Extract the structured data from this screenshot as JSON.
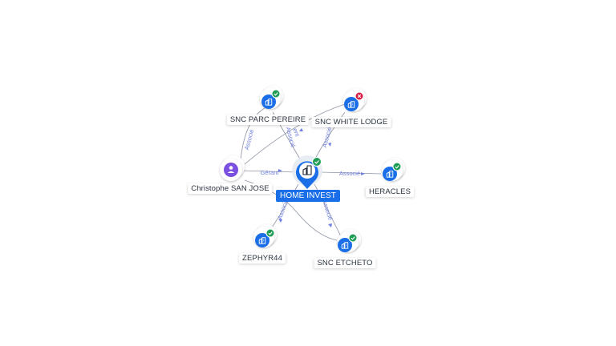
{
  "center": {
    "label": "HOME INVEST",
    "icon": "building-icon",
    "status": "check"
  },
  "nodes": [
    {
      "id": "parc",
      "label": "SNC PARC PEREIRE",
      "icon": "building-icon",
      "status": "check"
    },
    {
      "id": "white",
      "label": "SNC WHITE LODGE",
      "icon": "building-icon",
      "status": "cross"
    },
    {
      "id": "person",
      "label": "Christophe SAN JOSE",
      "icon": "person-icon",
      "status": "none"
    },
    {
      "id": "heracles",
      "label": "HERACLES",
      "icon": "building-icon",
      "status": "check"
    },
    {
      "id": "zephyr",
      "label": "ZEPHYR44",
      "icon": "building-icon",
      "status": "check"
    },
    {
      "id": "etcheto",
      "label": "SNC ETCHETO",
      "icon": "building-icon",
      "status": "check"
    }
  ],
  "edges": [
    {
      "id": "e1",
      "label": "Gérant"
    },
    {
      "id": "e2",
      "label": "Associé"
    },
    {
      "id": "e3",
      "label": "Associé"
    },
    {
      "id": "e4",
      "label": "Associé"
    },
    {
      "id": "e5",
      "label": "Associé"
    },
    {
      "id": "e6",
      "label": "Associé"
    },
    {
      "id": "e7",
      "label": "Associé"
    }
  ],
  "colors": {
    "blue": "#1a6fe8",
    "purple": "#7b4fe0",
    "green": "#1f9d55",
    "red": "#d61f45",
    "edge": "#8c94a3",
    "edge_label": "#6f7fe0"
  }
}
